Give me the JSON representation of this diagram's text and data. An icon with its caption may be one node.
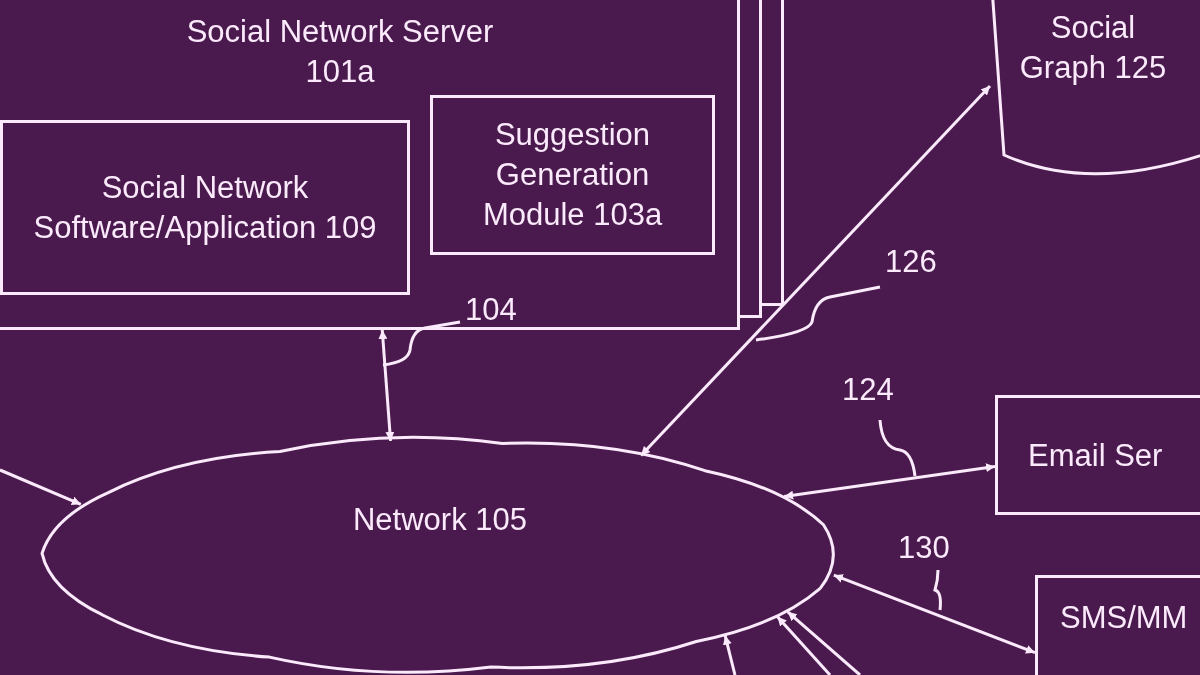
{
  "diagram": {
    "nodes": [
      {
        "text": [
          "Social Network Server 101a"
        ]
      },
      {
        "text": [
          "Social Network Software/Application 109"
        ],
        "in": 0
      },
      {
        "text": [
          "Suggestion Generation Module 103a"
        ],
        "in": 0
      },
      {
        "text": [
          "Social Graph 125"
        ]
      },
      {
        "text": [
          "Network 105"
        ]
      },
      {
        "text": [
          "Email Ser"
        ]
      },
      {
        "text": [
          "SMS/MM"
        ]
      }
    ],
    "edges": [
      {
        "from": 0,
        "to": 4,
        "arrow": "both",
        "label": "104"
      },
      {
        "from": 3,
        "to": 4,
        "arrow": "both",
        "label": "126"
      },
      {
        "from": 5,
        "to": 4,
        "arrow": "both",
        "label": "124"
      },
      {
        "from": 6,
        "to": 4,
        "arrow": "both",
        "label": "130"
      },
      {
        "from": null,
        "to": 4,
        "arrow": "to"
      },
      {
        "from": null,
        "to": 4,
        "arrow": "to"
      },
      {
        "from": null,
        "to": 4,
        "arrow": "to"
      },
      {
        "from": null,
        "to": 4,
        "arrow": "to"
      }
    ]
  }
}
